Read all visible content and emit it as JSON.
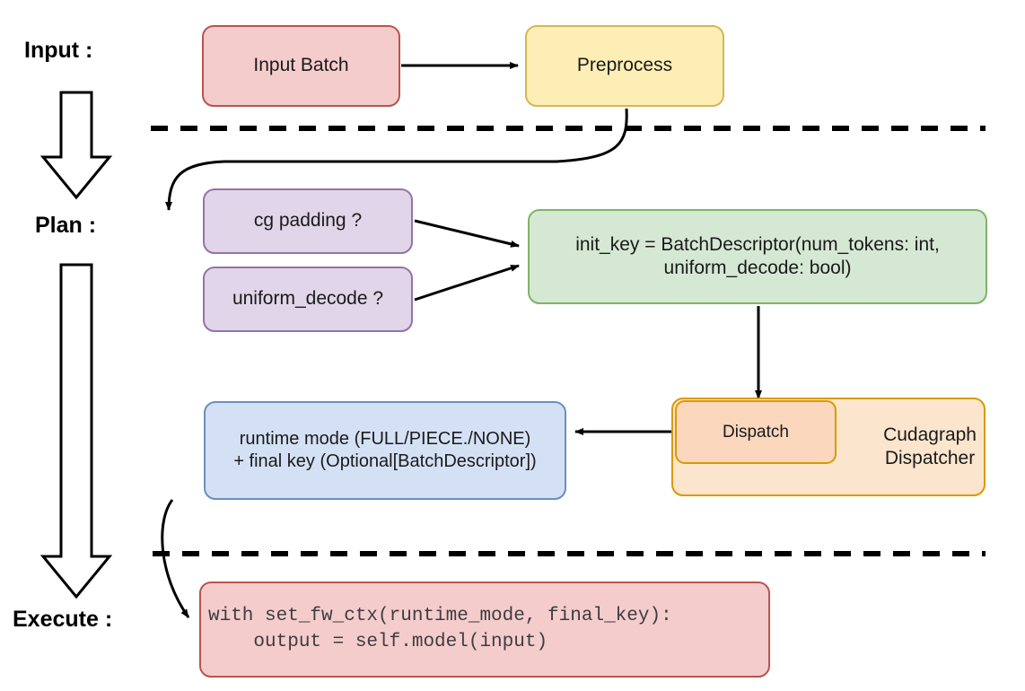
{
  "diagram": {
    "title": "vLLM cudagraph dispatch pipeline",
    "stages": [
      {
        "id": "input",
        "label": "Input :"
      },
      {
        "id": "plan",
        "label": "Plan :"
      },
      {
        "id": "execute",
        "label": "Execute :"
      }
    ],
    "nodes": {
      "input_batch": {
        "label": "Input Batch",
        "fill": "#f5cccc",
        "stroke": "#b85450"
      },
      "preprocess": {
        "label": "Preprocess",
        "fill": "#fdeeb5",
        "stroke": "#d6b656"
      },
      "cg_padding": {
        "label": "cg padding ?",
        "fill": "#e1d5e9",
        "stroke": "#9673a6"
      },
      "uniform_decode": {
        "label": "uniform_decode ?",
        "fill": "#e1d5e9",
        "stroke": "#9673a6"
      },
      "init_key": {
        "label": "init_key = BatchDescriptor(num_tokens: int,\nuniform_decode: bool)",
        "fill": "#d5e8d4",
        "stroke": "#82b366"
      },
      "runtime_mode": {
        "label": "runtime mode (FULL/PIECE./NONE)\n+ final key (Optional[BatchDescriptor])",
        "fill": "#d4e1f5",
        "stroke": "#6c8ebf"
      },
      "dispatch": {
        "label": "Dispatch",
        "fill": "#fad7bd",
        "stroke": "#d79b00"
      },
      "cudagraph_dispatcher": {
        "label": "Cudagraph\nDispatcher",
        "fill": "#fce5cd",
        "stroke": "#d79b00"
      },
      "execute_code": {
        "label": "with set_fw_ctx(runtime_mode, final_key):\n    output = self.model(input)",
        "fill": "#f5cccc",
        "stroke": "#b85450"
      }
    },
    "edges": [
      {
        "from": "input_batch",
        "to": "preprocess",
        "style": "straight-arrow"
      },
      {
        "from": "preprocess",
        "to": "cg_padding",
        "style": "curved-arrow"
      },
      {
        "from": "cg_padding",
        "to": "init_key",
        "style": "straight-arrow"
      },
      {
        "from": "uniform_decode",
        "to": "init_key",
        "style": "straight-arrow"
      },
      {
        "from": "init_key",
        "to": "dispatch",
        "style": "straight-arrow"
      },
      {
        "from": "dispatch",
        "to": "runtime_mode",
        "style": "straight-arrow"
      },
      {
        "from": "runtime_mode",
        "to": "execute_code",
        "style": "curved-arrow"
      }
    ],
    "separators": [
      {
        "id": "input-plan-divider",
        "style": "dashed"
      },
      {
        "id": "plan-execute-divider",
        "style": "dashed"
      }
    ],
    "flow_arrows": [
      {
        "id": "flow-arrow-input-to-plan"
      },
      {
        "id": "flow-arrow-plan-to-execute"
      }
    ],
    "colors": {
      "line": "#000000",
      "text": "#1a1a1a",
      "background": "#ffffff",
      "code_text": "#3d3d3d"
    }
  }
}
